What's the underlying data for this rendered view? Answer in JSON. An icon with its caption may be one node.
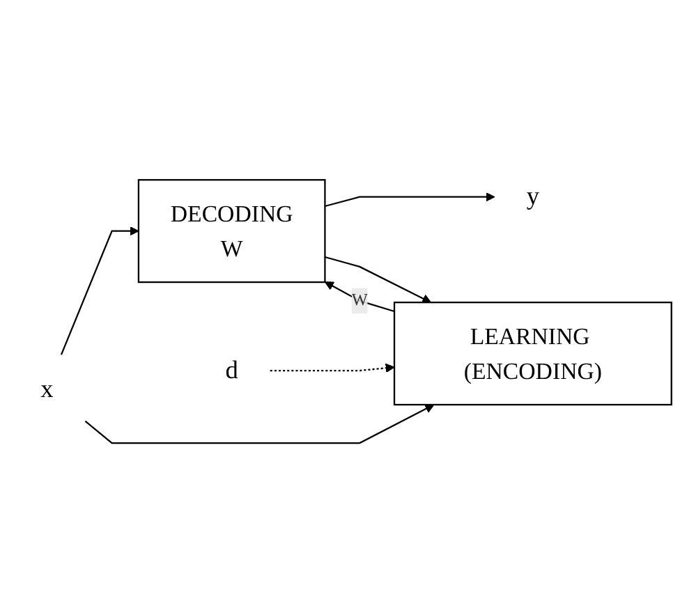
{
  "diagram": {
    "nodes": [
      {
        "text": [
          "x"
        ]
      },
      {
        "text": [
          "DECODING",
          "W"
        ]
      },
      {
        "text": [
          "y"
        ]
      },
      {
        "text": [
          "LEARNING (ENCODING)"
        ]
      },
      {
        "text": [
          "d"
        ]
      }
    ],
    "edges": [
      {
        "from": 0,
        "to": 1,
        "arrow": "to"
      },
      {
        "from": 0,
        "to": 3,
        "arrow": "to"
      },
      {
        "from": 1,
        "to": 2,
        "arrow": "to"
      },
      {
        "from": 1,
        "to": 3,
        "arrow": "to"
      },
      {
        "from": 3,
        "to": 1,
        "arrow": "to",
        "label": "W"
      },
      {
        "from": 4,
        "to": 3,
        "arrow": "to",
        "style": "dashed"
      }
    ]
  }
}
